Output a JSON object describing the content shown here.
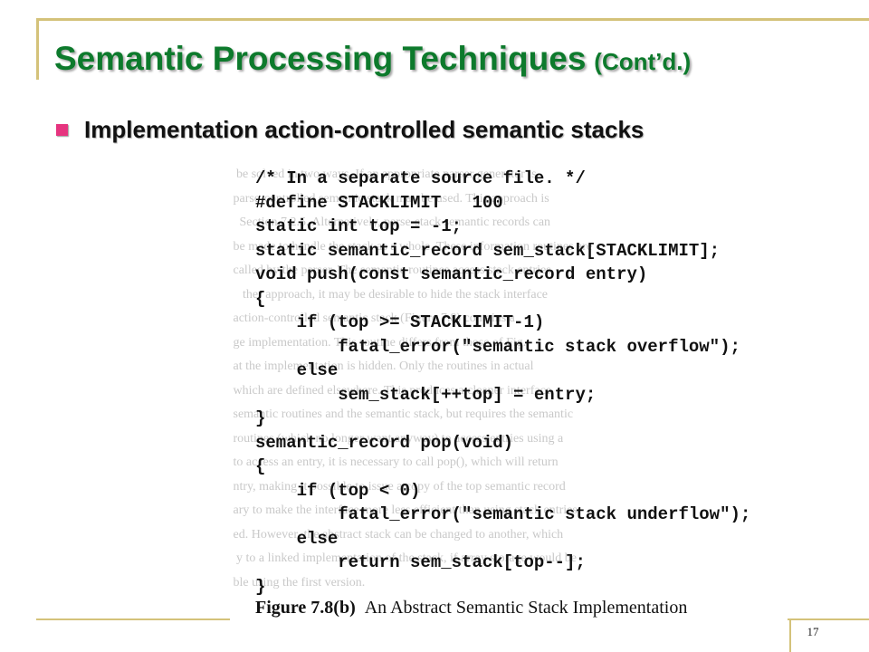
{
  "slide": {
    "title_main": "Semantic Processing Techniques",
    "title_suffix": "(Cont’d.)",
    "bullet": "Implementation action-controlled semantic stacks",
    "page_number": "17"
  },
  "figure": {
    "code": "/* In a separate source file. */\n#define STACKLIMIT   100\nstatic int top = -1;\nstatic semantic_record sem_stack[STACKLIMIT];\nvoid push(const semantic_record entry)\n{\n    if (top >= STACKLIMIT-1)\n        fatal_error(\"semantic stack overflow\");\n    else\n        sem_stack[++top] = entry;\n}\nsemantic_record pop(void)\n{\n    if (top < 0)\n        fatal_error(\"semantic stack underflow\");\n    else\n        return sem_stack[top--];\n}",
    "caption_number": "Figure 7.8(b)",
    "caption_text": "An Abstract Semantic Stack Implementation"
  },
  "colors": {
    "title": "#0d7a2c",
    "bullet_marker": "#e6347f",
    "frame": "#d4c27a"
  },
  "icons": {
    "bullet": "square-bullet-icon"
  }
}
